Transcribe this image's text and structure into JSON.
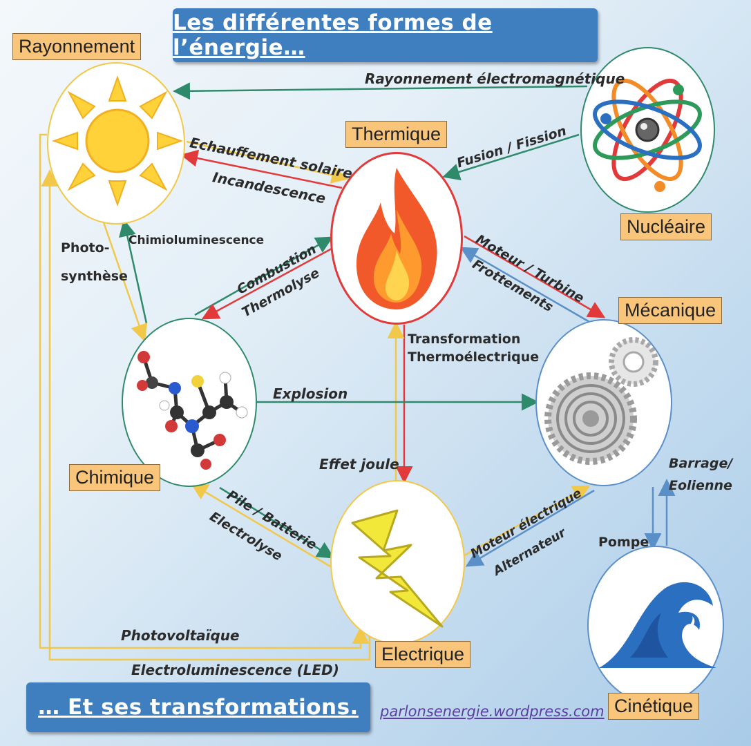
{
  "title": "Les différentes formes de l’énergie…",
  "subtitle": "… Et ses transformations.",
  "website": "parlonsenergie.wordpress.com",
  "colors": {
    "red": "#e23a3a",
    "green": "#2e8a6a",
    "yellow": "#f2c84b",
    "blue": "#5a8fc8",
    "banner": "#3f7fc0",
    "label_bg": "#f9c57a"
  },
  "forms": {
    "rayonnement": {
      "label": "Rayonnement",
      "icon": "sun-icon"
    },
    "thermique": {
      "label": "Thermique",
      "icon": "flame-icon"
    },
    "nucleaire": {
      "label": "Nucléaire",
      "icon": "atom-icon"
    },
    "mecanique": {
      "label": "Mécanique",
      "icon": "gears-icon"
    },
    "chimique": {
      "label": "Chimique",
      "icon": "molecule-icon"
    },
    "electrique": {
      "label": "Electrique",
      "icon": "lightning-icon"
    },
    "cinetique": {
      "label": "Cinétique",
      "icon": "wave-icon"
    }
  },
  "transformations": {
    "rayonnement_electromagnetique": "Rayonnement électromagnétique",
    "echauffement_solaire": "Echauffement solaire",
    "incandescence": "Incandescence",
    "fusion_fission": "Fusion / Fission",
    "chimioluminescence": "Chimioluminescence",
    "photo": "Photo-",
    "synthese": "synthèse",
    "combustion": "Combustion",
    "thermolyse": "Thermolyse",
    "moteur_turbine": "Moteur / Turbine",
    "frottements": "Frottements",
    "transformation": "Transformation",
    "thermoelectrique": "Thermoélectrique",
    "explosion": "Explosion",
    "effet_joule": "Effet joule",
    "pile_batterie": "Pile / Batterie",
    "electrolyse": "Electrolyse",
    "moteur_electrique": "Moteur électrique",
    "alternateur": "Alternateur",
    "barrage": "Barrage/",
    "eolienne": "Eolienne",
    "pompe": "Pompe",
    "photovoltaique": "Photovoltaïque",
    "electroluminescence": "Electroluminescence (LED)"
  }
}
